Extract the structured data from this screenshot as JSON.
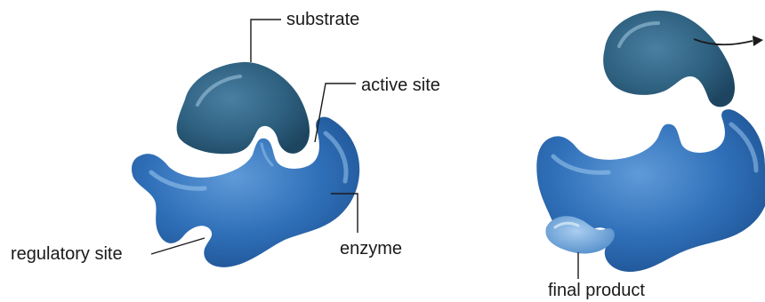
{
  "labels": {
    "substrate": "substrate",
    "active_site": "active site",
    "enzyme": "enzyme",
    "regulatory_site": "regulatory site",
    "final_product": "final product"
  },
  "colors": {
    "enzyme": "#2f6fb8",
    "enzyme_dark": "#1d4f8e",
    "enzyme_light": "#6aa2dc",
    "substrate": "#2e607f",
    "substrate_dark": "#1d4560",
    "substrate_light": "#6f9ab6",
    "product": "#5b96d2",
    "line": "#1a1a1a"
  }
}
